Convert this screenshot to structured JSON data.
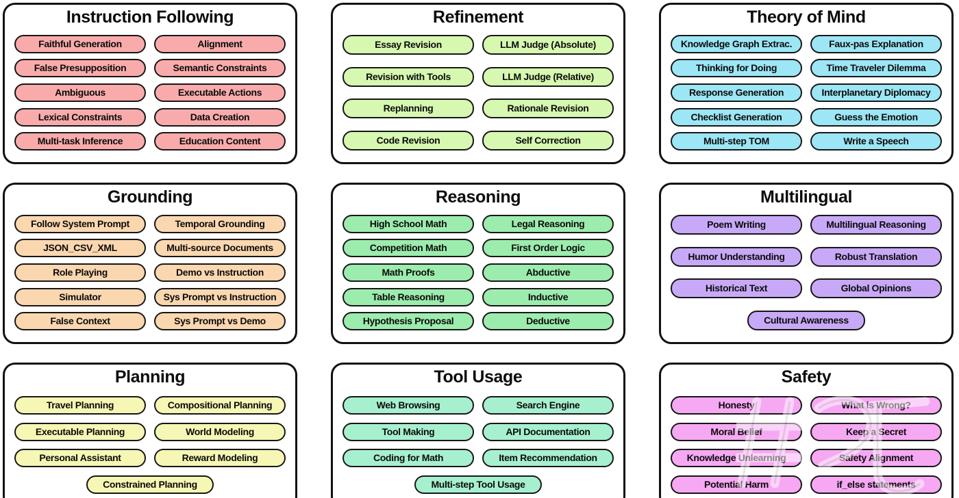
{
  "figure": {
    "type": "taxonomy-grid",
    "layout": "3 columns x 3 rows of bordered category panels, each containing rounded pill labels"
  },
  "colors": {
    "panel_border": "#111111",
    "pill_border": "#161616",
    "text": "#0b0b0b",
    "instruction_following": "#f9abab",
    "refinement": "#d6f8b0",
    "theory_of_mind": "#9ce6f5",
    "grounding": "#fbd7b0",
    "reasoning": "#9cecae",
    "multilingual": "#c7a9f7",
    "planning": "#f6f7b4",
    "tool_usage": "#a7f0cf",
    "safety": "#f6a8f2"
  },
  "panels": [
    {
      "id": "instruction-following",
      "title": "Instruction Following",
      "theme": "theme-pink",
      "sparse": false,
      "rows": [
        [
          "Faithful Generation",
          "Alignment"
        ],
        [
          "False Presupposition",
          "Semantic Constraints"
        ],
        [
          "Ambiguous",
          "Executable Actions"
        ],
        [
          "Lexical Constraints",
          "Data Creation"
        ],
        [
          "Multi-task Inference",
          "Education Content"
        ]
      ]
    },
    {
      "id": "refinement",
      "title": "Refinement",
      "theme": "theme-lime",
      "sparse": true,
      "rows": [
        [
          "Essay Revision",
          "LLM Judge (Absolute)"
        ],
        [
          "Revision with Tools",
          "LLM Judge (Relative)"
        ],
        [
          "Replanning",
          "Rationale Revision"
        ],
        [
          "Code Revision",
          "Self Correction"
        ]
      ]
    },
    {
      "id": "theory-of-mind",
      "title": "Theory of Mind",
      "theme": "theme-cyan",
      "sparse": false,
      "rows": [
        [
          "Knowledge Graph Extrac.",
          "Faux-pas Explanation"
        ],
        [
          "Thinking for Doing",
          "Time Traveler Dilemma"
        ],
        [
          "Response Generation",
          "Interplanetary Diplomacy"
        ],
        [
          "Checklist Generation",
          "Guess the Emotion"
        ],
        [
          "Multi-step TOM",
          "Write a Speech"
        ]
      ]
    },
    {
      "id": "grounding",
      "title": "Grounding",
      "theme": "theme-peach",
      "sparse": false,
      "rows": [
        [
          "Follow System Prompt",
          "Temporal Grounding"
        ],
        [
          "JSON_CSV_XML",
          "Multi-source Documents"
        ],
        [
          "Role Playing",
          "Demo vs Instruction"
        ],
        [
          "Simulator",
          "Sys Prompt vs Instruction"
        ],
        [
          "False Context",
          "Sys Prompt vs Demo"
        ]
      ]
    },
    {
      "id": "reasoning",
      "title": "Reasoning",
      "theme": "theme-green",
      "sparse": false,
      "rows": [
        [
          "High School Math",
          "Legal Reasoning"
        ],
        [
          "Competition Math",
          "First Order Logic"
        ],
        [
          "Math Proofs",
          "Abductive"
        ],
        [
          "Table Reasoning",
          "Inductive"
        ],
        [
          "Hypothesis Proposal",
          "Deductive"
        ]
      ]
    },
    {
      "id": "multilingual",
      "title": "Multilingual",
      "theme": "theme-purple",
      "sparse": true,
      "rows": [
        [
          "Poem Writing",
          "Multilingual Reasoning"
        ],
        [
          "Humor Understanding",
          "Robust Translation"
        ],
        [
          "Historical Text",
          "Global Opinions"
        ],
        [
          "Cultural Awareness"
        ]
      ]
    },
    {
      "id": "planning",
      "title": "Planning",
      "theme": "theme-yellow",
      "sparse": false,
      "rows": [
        [
          "Travel Planning",
          "Compositional Planning"
        ],
        [
          "Executable Planning",
          "World Modeling"
        ],
        [
          "Personal Assistant",
          "Reward Modeling"
        ],
        [
          "Constrained Planning"
        ]
      ]
    },
    {
      "id": "tool-usage",
      "title": "Tool Usage",
      "theme": "theme-mint",
      "sparse": false,
      "rows": [
        [
          "Web Browsing",
          "Search Engine"
        ],
        [
          "Tool Making",
          "API Documentation"
        ],
        [
          "Coding for Math",
          "Item Recommendation"
        ],
        [
          "Multi-step Tool Usage"
        ]
      ]
    },
    {
      "id": "safety",
      "title": "Safety",
      "theme": "theme-magenta",
      "sparse": false,
      "watermark": true,
      "rows": [
        [
          "Honesty",
          "What is Wrong?"
        ],
        [
          "Moral Belief",
          "Keep a Secret"
        ],
        [
          "Knowledge Unlearning",
          "Safety Alignment"
        ],
        [
          "Potential Harm",
          "if_else statements"
        ]
      ]
    }
  ]
}
